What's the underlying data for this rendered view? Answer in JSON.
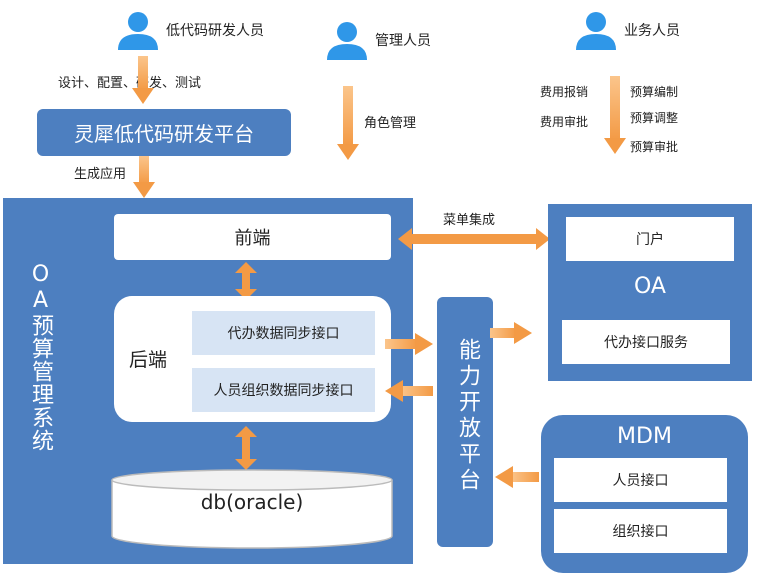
{
  "roles": {
    "developer": "低代码研发人员",
    "admin": "管理人员",
    "business": "业务人员"
  },
  "annotations": {
    "dev_tasks": "设计、配置、研发、测试",
    "generate_app": "生成应用",
    "role_mgmt": "角色管理",
    "expense_report": "费用报销",
    "expense_approve": "费用审批",
    "budget_compile": "预算编制",
    "budget_adjust": "预算调整",
    "budget_approve": "预算审批",
    "menu_integration": "菜单集成"
  },
  "platform": {
    "lowcode": "灵犀低代码研发平台"
  },
  "oa_budget": {
    "title": "OA预算管理系统",
    "frontend": "前端",
    "backend": "后端",
    "api_todo_sync": "代办数据同步接口",
    "api_people_org_sync": "人员组织数据同步接口",
    "db": "db(oracle)"
  },
  "capability_platform": "能力开放平台",
  "oa": {
    "title": "OA",
    "portal": "门户",
    "todo_service": "代办接口服务"
  },
  "mdm": {
    "title": "MDM",
    "people_api": "人员接口",
    "org_api": "组织接口"
  },
  "colors": {
    "primary_blue": "#4d7fc0",
    "light_blue": "#d7e4f4",
    "icon_blue": "#2f97e8",
    "arrow_orange": "#f5a55a"
  }
}
